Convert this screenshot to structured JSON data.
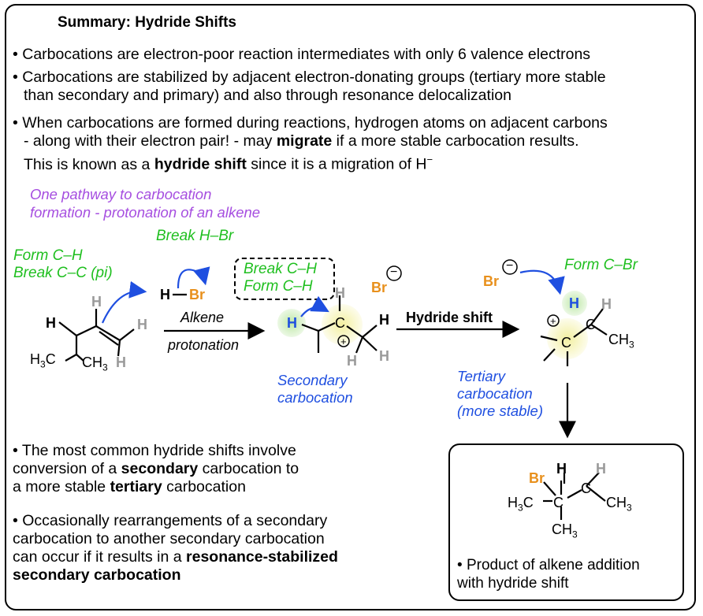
{
  "title": "Summary: Hydride Shifts",
  "bullets": {
    "b1": "Carbocations are electron-poor reaction intermediates with only 6 valence electrons",
    "b2_l1": "Carbocations are stabilized by adjacent electron-donating groups (tertiary more stable",
    "b2_l2": "than secondary and primary)  and also through resonance delocalization",
    "b3_l1": "When carbocations are formed during reactions, hydrogen atoms on adjacent carbons",
    "b3_l2a": "- along with their electron pair! - may ",
    "b3_l2b": "migrate",
    "b3_l2c": " if a more stable carbocation results.",
    "b3_l3a": "This is known as a ",
    "b3_l3b": "hydride shift",
    "b3_l3c": " since it is a migration of H",
    "b3_l3d": "−",
    "b4_l1": "The most common hydride shifts involve",
    "b4_l2a": "conversion of a ",
    "b4_l2b": "secondary",
    "b4_l2c": " carbocation to",
    "b4_l3a": "a more stable ",
    "b4_l3b": "tertiary",
    "b4_l3c": " carbocation",
    "b5_l1": "Occasionally rearrangements of a secondary",
    "b5_l2": "carbocation to another secondary carbocation",
    "b5_l3a": "can occur if it results in a ",
    "b5_l3b": "resonance-stabilized",
    "b5_l4": "secondary carbocation",
    "bullet_char": "•"
  },
  "pathway": {
    "line1": "One pathway to carbocation",
    "line2": "formation - protonation of an alkene"
  },
  "annotations": {
    "form_ch": "Form C–H",
    "break_cc": "Break C–C (pi)",
    "break_hbr": "Break H–Br",
    "dashed_l1": "Break C–H",
    "dashed_l2": "Form C–H",
    "form_cbr": "Form C–Br",
    "secondary_l1": "Secondary",
    "secondary_l2": "carbocation",
    "tertiary_l1": "Tertiary",
    "tertiary_l2": "carbocation",
    "tertiary_l3": "(more stable)"
  },
  "arrows": {
    "alkene_l1": "Alkene",
    "alkene_l2": "protonation",
    "hydride_shift": "Hydride shift"
  },
  "atoms": {
    "H": "H",
    "Br": "Br",
    "C": "C",
    "H3C": "H",
    "CH3": "CH",
    "sub3": "3",
    "plus": "+",
    "minus": "−"
  },
  "product": {
    "caption_l1": "Product of alkene addition",
    "caption_l2": "with hydride shift"
  },
  "colors": {
    "green": "#1fbf1f",
    "blue": "#1f4fe0",
    "orange": "#e8901c",
    "purple": "#a64ee0",
    "gray": "#9a9a9a",
    "glow_yellow": "#f3f0a0",
    "glow_green": "#bfe8a8"
  }
}
